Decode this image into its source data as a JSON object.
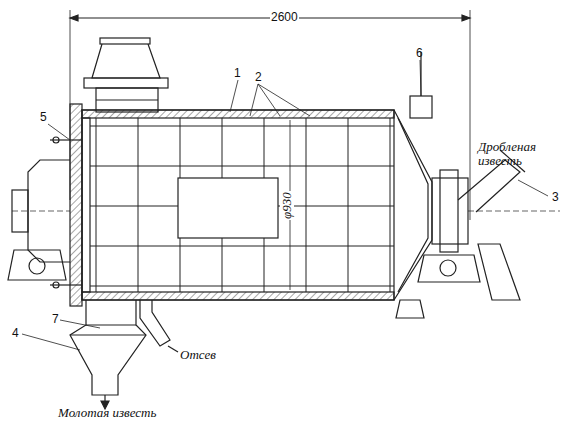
{
  "diagram": {
    "labels": [
      "2600",
      "1",
      "2",
      "6",
      "5",
      "3",
      "Дробленая известь",
      "φ930",
      "4",
      "7",
      "Отсев",
      "Молотая известь"
    ]
  }
}
